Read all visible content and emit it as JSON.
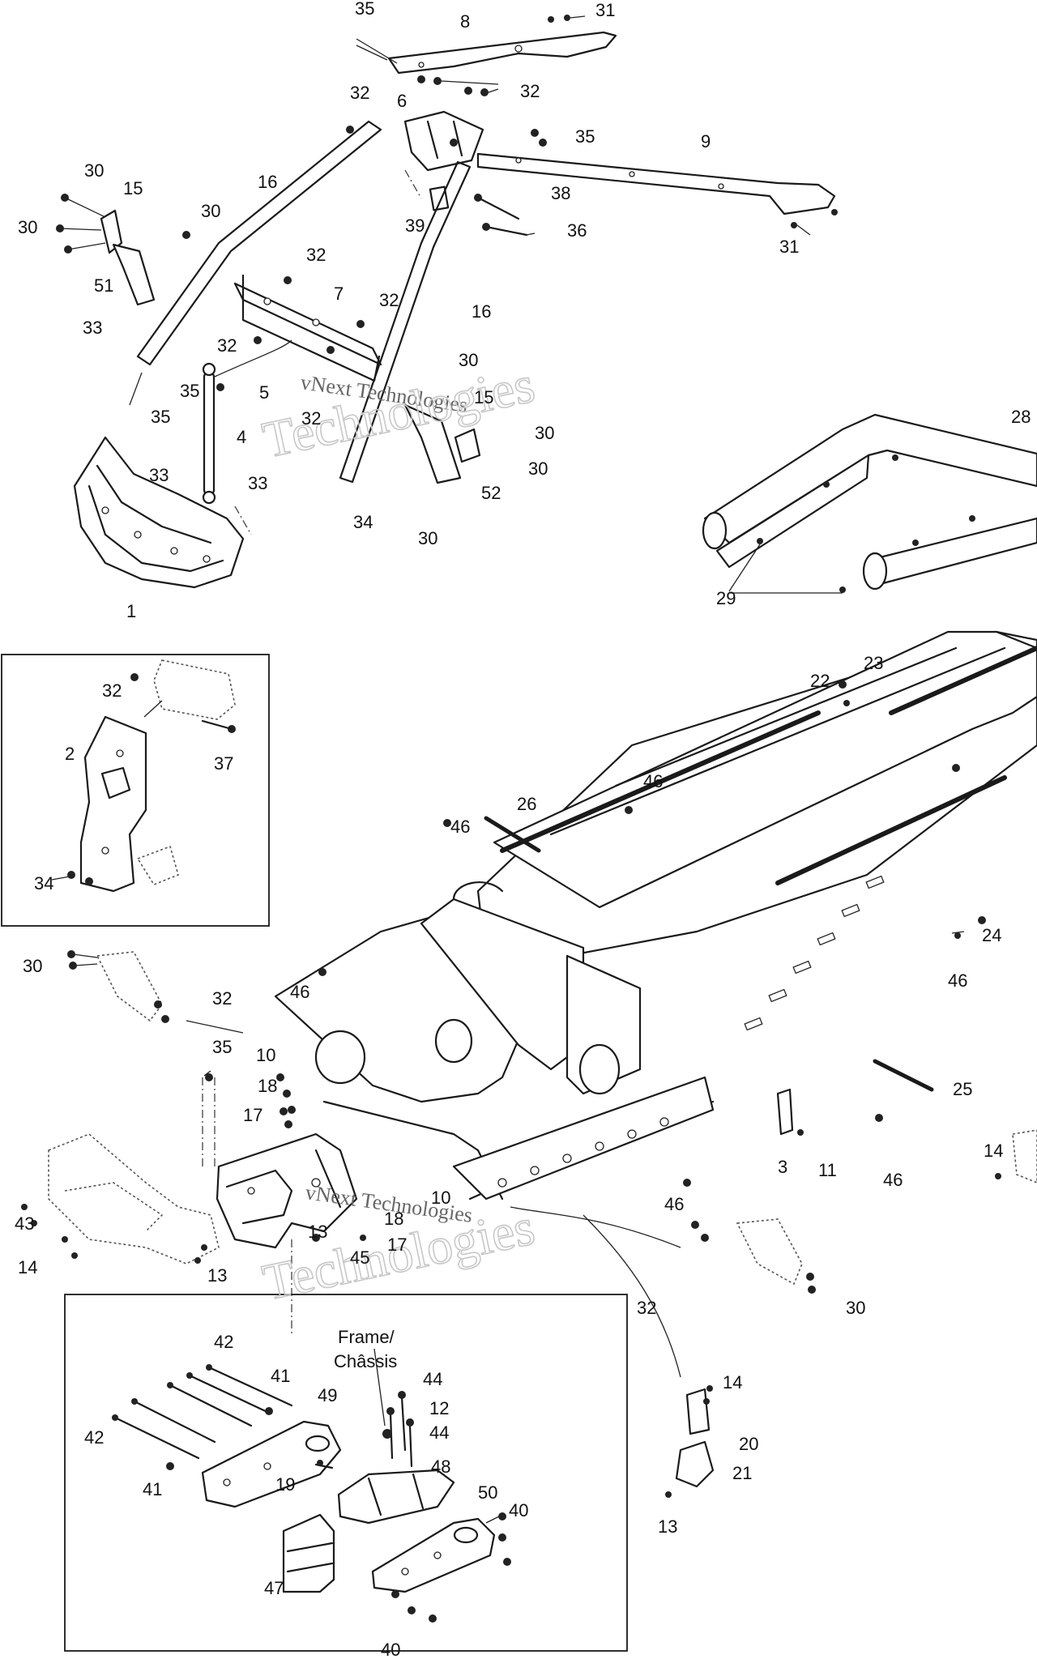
{
  "watermark": {
    "brand_line": "vNext Technologies",
    "big_line": "Technologies"
  },
  "frame_label": {
    "line1": "Frame/",
    "line2": "Châssis"
  },
  "callouts": [
    {
      "id": "c35a",
      "label": "35"
    },
    {
      "id": "c31a",
      "label": "31"
    },
    {
      "id": "c8",
      "label": "8"
    },
    {
      "id": "c32a",
      "label": "32"
    },
    {
      "id": "c6",
      "label": "6"
    },
    {
      "id": "c32b",
      "label": "32"
    },
    {
      "id": "c35b",
      "label": "35"
    },
    {
      "id": "c9",
      "label": "9"
    },
    {
      "id": "c30a",
      "label": "30"
    },
    {
      "id": "c16a",
      "label": "16"
    },
    {
      "id": "c15a",
      "label": "15"
    },
    {
      "id": "c30b",
      "label": "30"
    },
    {
      "id": "c30c",
      "label": "30"
    },
    {
      "id": "c38",
      "label": "38"
    },
    {
      "id": "c39",
      "label": "39"
    },
    {
      "id": "c36",
      "label": "36"
    },
    {
      "id": "c31b",
      "label": "31"
    },
    {
      "id": "c32c",
      "label": "32"
    },
    {
      "id": "c51",
      "label": "51"
    },
    {
      "id": "c7",
      "label": "7"
    },
    {
      "id": "c32d",
      "label": "32"
    },
    {
      "id": "c16b",
      "label": "16"
    },
    {
      "id": "c33a",
      "label": "33"
    },
    {
      "id": "c32e",
      "label": "32"
    },
    {
      "id": "c30d",
      "label": "30"
    },
    {
      "id": "c35c",
      "label": "35"
    },
    {
      "id": "c5",
      "label": "5"
    },
    {
      "id": "c32f",
      "label": "32"
    },
    {
      "id": "c15b",
      "label": "15"
    },
    {
      "id": "c35d",
      "label": "35"
    },
    {
      "id": "c4",
      "label": "4"
    },
    {
      "id": "c30e",
      "label": "30"
    },
    {
      "id": "c28",
      "label": "28"
    },
    {
      "id": "c33b",
      "label": "33"
    },
    {
      "id": "c33c",
      "label": "33"
    },
    {
      "id": "c30f",
      "label": "30"
    },
    {
      "id": "c52",
      "label": "52"
    },
    {
      "id": "c34a",
      "label": "34"
    },
    {
      "id": "c30g",
      "label": "30"
    },
    {
      "id": "c1",
      "label": "1"
    },
    {
      "id": "c29",
      "label": "29"
    },
    {
      "id": "c32g",
      "label": "32"
    },
    {
      "id": "c23",
      "label": "23"
    },
    {
      "id": "c22",
      "label": "22"
    },
    {
      "id": "c2",
      "label": "2"
    },
    {
      "id": "c37",
      "label": "37"
    },
    {
      "id": "c46a",
      "label": "46"
    },
    {
      "id": "c46b",
      "label": "46"
    },
    {
      "id": "c26",
      "label": "26"
    },
    {
      "id": "c34b",
      "label": "34"
    },
    {
      "id": "c24",
      "label": "24"
    },
    {
      "id": "c30h",
      "label": "30"
    },
    {
      "id": "c32h",
      "label": "32"
    },
    {
      "id": "c46c",
      "label": "46"
    },
    {
      "id": "c46d",
      "label": "46"
    },
    {
      "id": "c35e",
      "label": "35"
    },
    {
      "id": "c10a",
      "label": "10"
    },
    {
      "id": "c18a",
      "label": "18"
    },
    {
      "id": "c25",
      "label": "25"
    },
    {
      "id": "c17a",
      "label": "17"
    },
    {
      "id": "c14a",
      "label": "14"
    },
    {
      "id": "c3",
      "label": "3"
    },
    {
      "id": "c11",
      "label": "11"
    },
    {
      "id": "c46e",
      "label": "46"
    },
    {
      "id": "c10b",
      "label": "10"
    },
    {
      "id": "c46f",
      "label": "46"
    },
    {
      "id": "c18b",
      "label": "18"
    },
    {
      "id": "c17b",
      "label": "17"
    },
    {
      "id": "c43",
      "label": "43"
    },
    {
      "id": "c13a",
      "label": "13"
    },
    {
      "id": "c45",
      "label": "45"
    },
    {
      "id": "c14b",
      "label": "14"
    },
    {
      "id": "c13b",
      "label": "13"
    },
    {
      "id": "c32i",
      "label": "32"
    },
    {
      "id": "c30i",
      "label": "30"
    },
    {
      "id": "c42a",
      "label": "42"
    },
    {
      "id": "c44a",
      "label": "44"
    },
    {
      "id": "c41a",
      "label": "41"
    },
    {
      "id": "c49",
      "label": "49"
    },
    {
      "id": "c12",
      "label": "12"
    },
    {
      "id": "c44b",
      "label": "44"
    },
    {
      "id": "c14c",
      "label": "14"
    },
    {
      "id": "c42b",
      "label": "42"
    },
    {
      "id": "c48",
      "label": "48"
    },
    {
      "id": "c20",
      "label": "20"
    },
    {
      "id": "c41b",
      "label": "41"
    },
    {
      "id": "c19",
      "label": "19"
    },
    {
      "id": "c21",
      "label": "21"
    },
    {
      "id": "c50",
      "label": "50"
    },
    {
      "id": "c40a",
      "label": "40"
    },
    {
      "id": "c13c",
      "label": "13"
    },
    {
      "id": "c47",
      "label": "47"
    },
    {
      "id": "c40b",
      "label": "40"
    }
  ]
}
